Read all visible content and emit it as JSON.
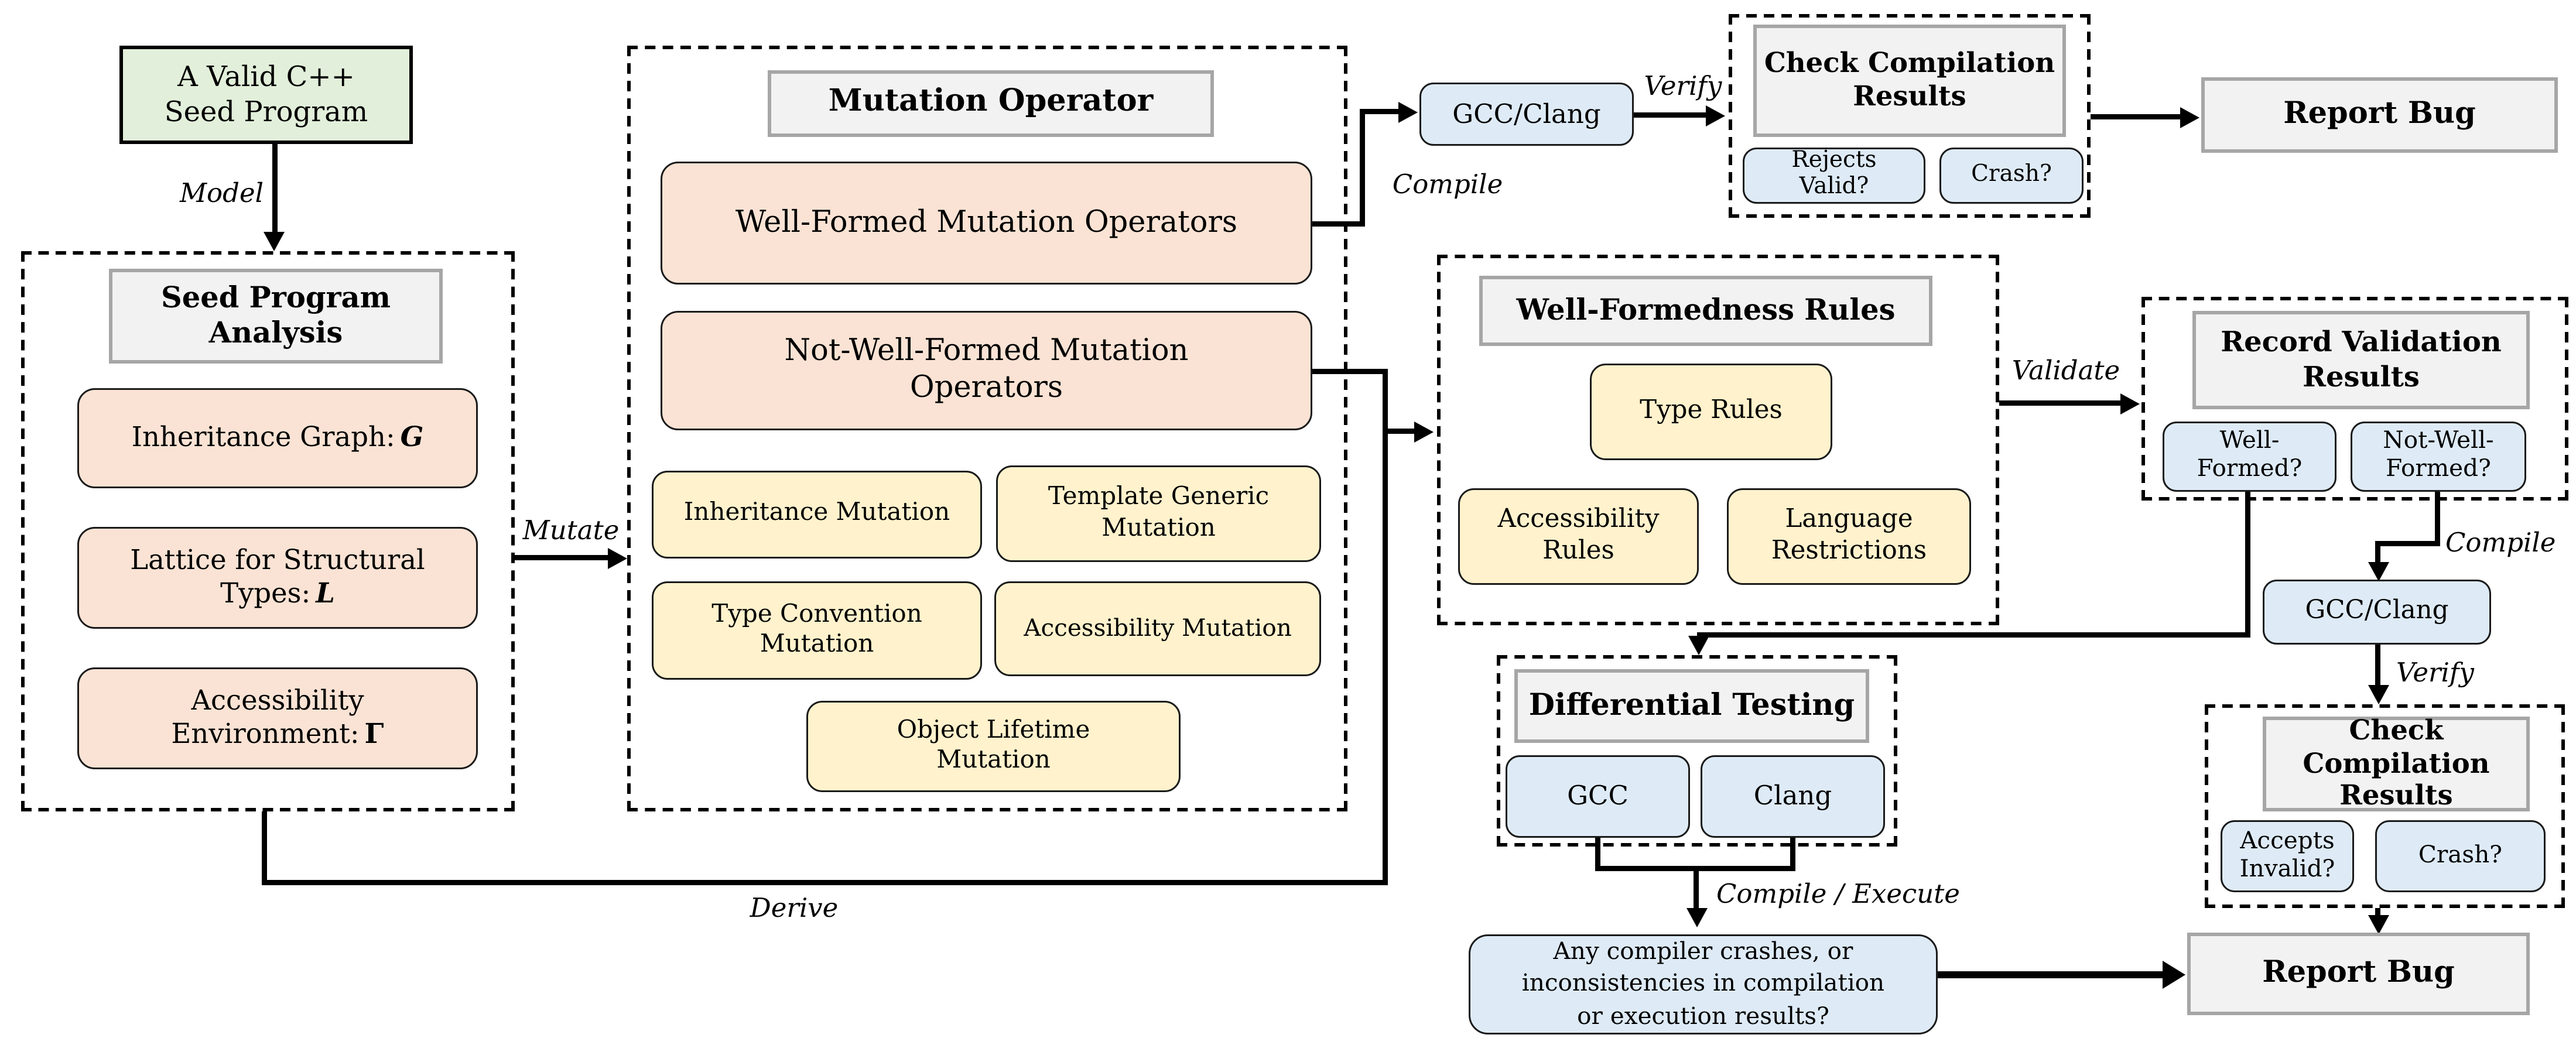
{
  "colors": {
    "node_green": "#e2efda",
    "node_pink": "#fae3d4",
    "node_yellow": "#fff2cc",
    "node_blue": "#deebf7",
    "header_fill": "#f2f2f2",
    "header_border": "#a6a6a6",
    "line": "#000000"
  },
  "figure": {
    "seed_program_box": {
      "line1": "A Valid C++",
      "line2": "Seed Program"
    },
    "labels": {
      "model": "Model",
      "mutate": "Mutate",
      "compile_top": "Compile",
      "verify_top": "Verify",
      "derive": "Derive",
      "validate": "Validate",
      "compile_right": "Compile",
      "verify_right": "Verify",
      "compile_execute": "Compile / Execute"
    },
    "seed_program_analysis": {
      "title_line1": "Seed Program",
      "title_line2": "Analysis",
      "inheritance_graph_label": "Inheritance Graph:",
      "inheritance_graph_symbol": "G",
      "lattice_line1": "Lattice for Structural",
      "lattice_line2": "Types:",
      "lattice_symbol": "L",
      "accessibility_line1": "Accessibility",
      "accessibility_line2": "Environment:",
      "accessibility_symbol": "Γ"
    },
    "mutation_operator": {
      "title": "Mutation Operator",
      "well_formed": "Well-Formed Mutation Operators",
      "not_well_formed_line1": "Not-Well-Formed Mutation",
      "not_well_formed_line2": "Operators",
      "inheritance": "Inheritance Mutation",
      "template_generic": "Template Generic Mutation",
      "type_convention": "Type Convention Mutation",
      "accessibility": "Accessibility Mutation",
      "object_lifetime": "Object Lifetime Mutation"
    },
    "gcc_clang_top": "GCC/Clang",
    "check_compilation_top": {
      "title_line1": "Check Compilation",
      "title_line2": "Results",
      "rejects_valid": "Rejects Valid?",
      "crash": "Crash?"
    },
    "report_bug_top": "Report Bug",
    "well_formedness_rules": {
      "title": "Well-Formedness Rules",
      "type_rules": "Type Rules",
      "accessibility_rules": "Accessibility Rules",
      "language_restrictions": "Language Restrictions"
    },
    "record_validation": {
      "title_line1": "Record Validation",
      "title_line2": "Results",
      "well_formed": "Well-Formed?",
      "not_well_formed": "Not-Well-Formed?"
    },
    "gcc_clang_right": "GCC/Clang",
    "check_compilation_right": {
      "title_line1": "Check Compilation",
      "title_line2": "Results",
      "accepts_invalid": "Accepts Invalid?",
      "crash": "Crash?"
    },
    "report_bug_right": "Report Bug",
    "differential_testing": {
      "title": "Differential Testing",
      "gcc": "GCC",
      "clang": "Clang"
    },
    "outcome": {
      "line1": "Any compiler crashes, or",
      "line2": "inconsistencies in compilation",
      "line3": "or execution results?"
    }
  }
}
